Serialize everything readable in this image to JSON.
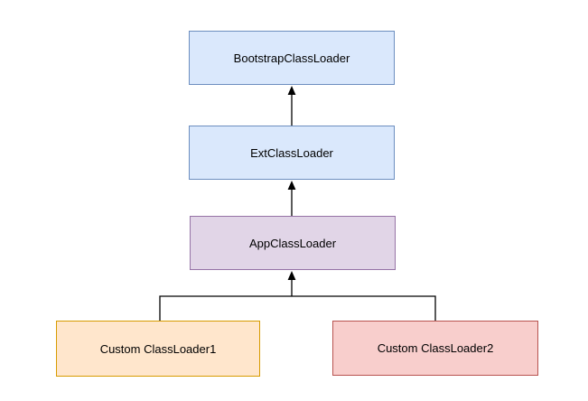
{
  "diagram": {
    "type": "flowchart",
    "background_color": "#ffffff",
    "edge_color": "#000000",
    "nodes": [
      {
        "id": "bootstrap",
        "label": "BootstrapClassLoader",
        "fill": "#dae8fc",
        "border": "#6c8ebf"
      },
      {
        "id": "ext",
        "label": "ExtClassLoader",
        "fill": "#dae8fc",
        "border": "#6c8ebf"
      },
      {
        "id": "app",
        "label": "AppClassLoader",
        "fill": "#e1d5e7",
        "border": "#9673a6"
      },
      {
        "id": "custom1",
        "label": "Custom ClassLoader1",
        "fill": "#ffe6cc",
        "border": "#d79b00"
      },
      {
        "id": "custom2",
        "label": "Custom ClassLoader2",
        "fill": "#f8cecc",
        "border": "#b85450"
      }
    ],
    "edges": [
      {
        "from": "ExtClassLoader",
        "to": "BootstrapClassLoader",
        "arrow": "up"
      },
      {
        "from": "AppClassLoader",
        "to": "ExtClassLoader",
        "arrow": "up"
      },
      {
        "from": "Custom ClassLoader1",
        "to": "AppClassLoader",
        "arrow": "up"
      },
      {
        "from": "Custom ClassLoader2",
        "to": "AppClassLoader",
        "arrow": "up"
      }
    ]
  }
}
